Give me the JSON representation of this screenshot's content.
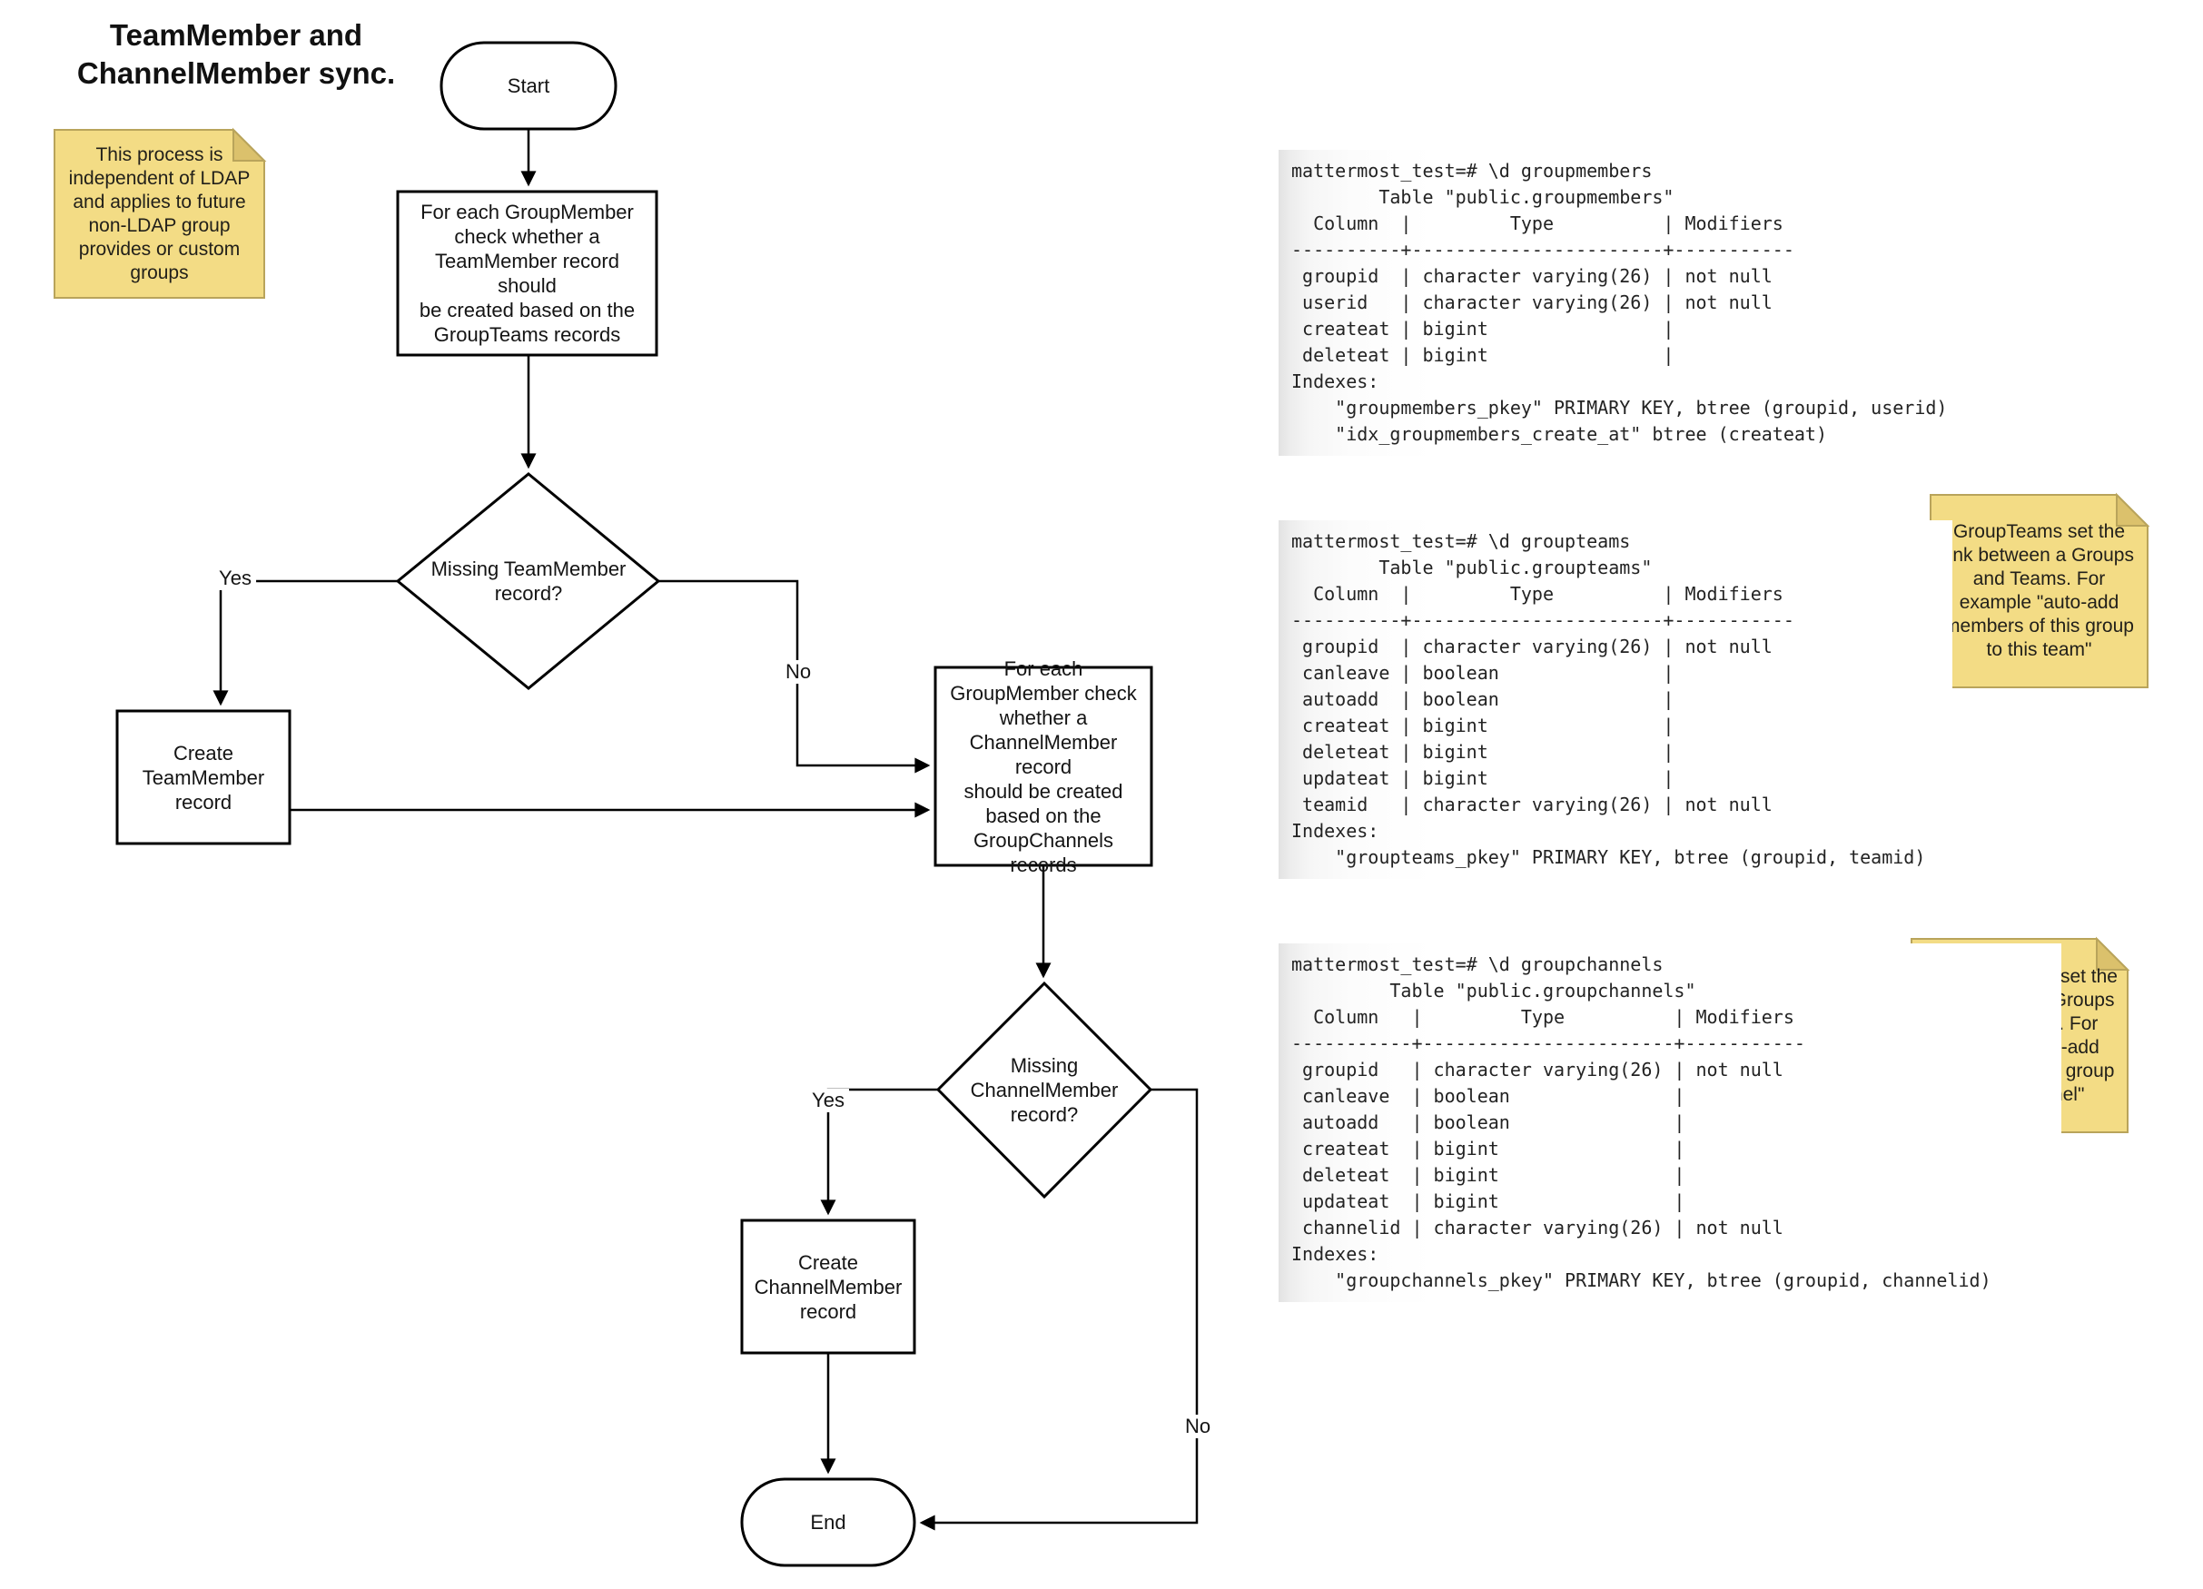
{
  "colors": {
    "shape_fill": "#ffffff",
    "shape_stroke": "#000000",
    "connector": "#000000",
    "note_fill": "#f3dc85",
    "note_fold": "#dbc16c",
    "note_border": "#b9a45b",
    "code_bg_strip": "#e2e2e2"
  },
  "title": {
    "text": "TeamMember and\nChannelMember sync."
  },
  "flowchart": {
    "start_label": "Start",
    "check_team_label": "For each GroupMember\ncheck whether a\nTeamMember record should\nbe created based on the\nGroupTeams records",
    "missing_team_label": "Missing TeamMember\nrecord?",
    "create_team_label": "Create\nTeamMember\nrecord",
    "check_channel_label": "For each\nGroupMember check\nwhether a\nChannelMember record\nshould be created\nbased on the\nGroupChannels\nrecords",
    "missing_channel_label": "Missing\nChannelMember\nrecord?",
    "create_channel_label": "Create\nChannelMember\nrecord",
    "end_label": "End",
    "edge_labels": {
      "yes1": "Yes",
      "no1": "No",
      "yes2": "Yes",
      "no2": "No"
    }
  },
  "notes": {
    "ldap": "This process is\nindependent of LDAP\nand applies to future\nnon-LDAP group\nprovides or custom\ngroups",
    "groupteams": "GroupTeams set the\nlink between a Groups\nand Teams. For\nexample \"auto-add\nmembers of this group\nto this team\"",
    "groupchannels": "GroupChannels set the\nlink between a Groups\nand Channels. For\nexample \"auto-add\nmembers of this group\nto this channel\""
  },
  "psql": {
    "groupmembers": {
      "lines": [
        "mattermost_test=# \\d groupmembers",
        "        Table \"public.groupmembers\"",
        "  Column  |         Type          | Modifiers",
        "----------+-----------------------+-----------",
        " groupid  | character varying(26) | not null",
        " userid   | character varying(26) | not null",
        " createat | bigint                |",
        " deleteat | bigint                |",
        "Indexes:",
        "    \"groupmembers_pkey\" PRIMARY KEY, btree (groupid, userid)",
        "    \"idx_groupmembers_create_at\" btree (createat)"
      ]
    },
    "groupteams": {
      "lines": [
        "mattermost_test=# \\d groupteams",
        "        Table \"public.groupteams\"",
        "  Column  |         Type          | Modifiers",
        "----------+-----------------------+-----------",
        " groupid  | character varying(26) | not null",
        " canleave | boolean               |",
        " autoadd  | boolean               |",
        " createat | bigint                |",
        " deleteat | bigint                |",
        " updateat | bigint                |",
        " teamid   | character varying(26) | not null",
        "Indexes:",
        "    \"groupteams_pkey\" PRIMARY KEY, btree (groupid, teamid)"
      ]
    },
    "groupchannels": {
      "lines": [
        "mattermost_test=# \\d groupchannels",
        "         Table \"public.groupchannels\"",
        "  Column   |         Type          | Modifiers",
        "-----------+-----------------------+-----------",
        " groupid   | character varying(26) | not null",
        " canleave  | boolean               |",
        " autoadd   | boolean               |",
        " createat  | bigint                |",
        " deleteat  | bigint                |",
        " updateat  | bigint                |",
        " channelid | character varying(26) | not null",
        "Indexes:",
        "    \"groupchannels_pkey\" PRIMARY KEY, btree (groupid, channelid)"
      ]
    }
  }
}
